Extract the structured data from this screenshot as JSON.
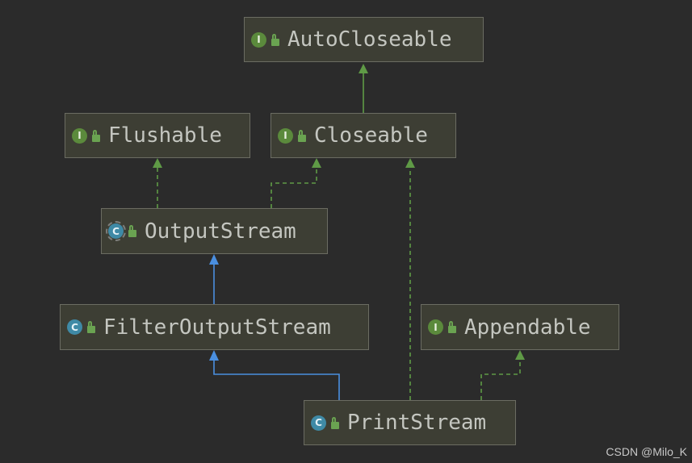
{
  "nodes": {
    "autocloseable": {
      "label": "AutoCloseable",
      "kind": "interface",
      "badge": "I"
    },
    "flushable": {
      "label": "Flushable",
      "kind": "interface",
      "badge": "I"
    },
    "closeable": {
      "label": "Closeable",
      "kind": "interface",
      "badge": "I"
    },
    "outputstream": {
      "label": "OutputStream",
      "kind": "abstract-class",
      "badge": "C"
    },
    "filteroutputstream": {
      "label": "FilterOutputStream",
      "kind": "class",
      "badge": "C"
    },
    "appendable": {
      "label": "Appendable",
      "kind": "interface",
      "badge": "I"
    },
    "printstream": {
      "label": "PrintStream",
      "kind": "class",
      "badge": "C"
    }
  },
  "edges": [
    {
      "from": "closeable",
      "to": "autocloseable",
      "type": "extends"
    },
    {
      "from": "outputstream",
      "to": "flushable",
      "type": "implements"
    },
    {
      "from": "outputstream",
      "to": "closeable",
      "type": "implements"
    },
    {
      "from": "filteroutputstream",
      "to": "outputstream",
      "type": "extends-class"
    },
    {
      "from": "printstream",
      "to": "filteroutputstream",
      "type": "extends-class"
    },
    {
      "from": "printstream",
      "to": "closeable",
      "type": "implements"
    },
    {
      "from": "printstream",
      "to": "appendable",
      "type": "implements"
    }
  ],
  "colors": {
    "background": "#2b2b2b",
    "node_fill": "#3d3e34",
    "node_border": "#6b6c62",
    "interface_badge": "#5b8a3c",
    "class_badge": "#3f8aa6",
    "implements_edge": "#5f9a46",
    "extends_edge": "#5f9a46",
    "extends_class_edge": "#4a8fe0"
  },
  "watermark": "CSDN @Milo_K"
}
